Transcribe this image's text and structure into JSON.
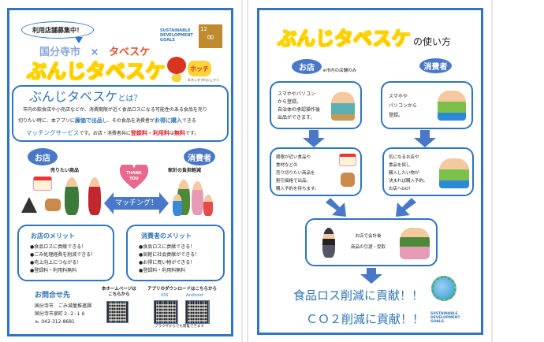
{
  "left_page": {
    "recruit_bubble": "利用店舗募集中！",
    "sdgs_logo": "SUSTAINABLE DEVELOPMENT GOALS",
    "sdg_goal_number": "12",
    "collab_city": "国分寺市",
    "collab_cross": "×",
    "collab_app": "タベスケ",
    "app_name": "ぶんじタベスケ",
    "mascot_logo": "ホッチ",
    "mascot_copyright": "©ホッチプロジェクト",
    "about": {
      "title_main": "ぶんじタベスケ",
      "title_suffix": "とは？",
      "line1": "市内の飲食店や小売店などが、消費期限が近く食品ロスになる可能性のある食品を売り",
      "line2_a": "切りたい時に、本アプリに",
      "line2_b": "廉価で出品",
      "line2_c": "し、その食品を消費者が",
      "line2_d": "お得に購入",
      "line2_e": "できる",
      "line3_a": "マッチングサービス",
      "line3_b": "です。お店・消費者共に",
      "line3_c": "登録料・利用料",
      "line3_d": "は",
      "line3_e": "無料",
      "line3_f": "です。"
    },
    "shop_label": "お店",
    "consumer_label": "消費者",
    "shop_caption": "売りたい商品",
    "consumer_caption": "家計の負担軽減",
    "heart_text": "THANK YOU",
    "matching_label": "マッチング！",
    "shop_merits": {
      "title": "お店のメリット",
      "items": [
        "●食品ロスに貢献できる！",
        "●ごみ処理経費を削減できる！",
        "●売上向上につながる！",
        "●登録料・利用料無料"
      ]
    },
    "consumer_merits": {
      "title": "消費者のメリット",
      "items": [
        "●食品ロスに貢献できる！",
        "●気軽に社会貢献ができる！",
        "●お得に買い物ができる！",
        "●登録料・利用料無料"
      ]
    },
    "contact": {
      "title": "お問合せ先",
      "dept": "国分寺市　ごみ減量推進課",
      "address": "国分寺市泉町２-２-１８",
      "tel": "℡ 042-312-8681"
    },
    "homepage_label_1": "本ホームページは",
    "homepage_label_2": "こちらから",
    "app_download_label": "アプリのダウンロードはこちらから",
    "ios_label": "iOS",
    "android_label": "Android",
    "browser_note": "ブラウザからでも閲覧できます"
  },
  "right_page": {
    "title_main": "ぶんじタベスケ",
    "title_suffix": "の使い方",
    "shop_label": "お店",
    "shop_note": "※市内の店舗のみ",
    "consumer_label": "消費者",
    "shop_step1": [
      "スマホやパソコン",
      "から登録。",
      "自治体の承認操作後",
      "出品ができます。"
    ],
    "consumer_step1": [
      "スマホや",
      "パソコンから",
      "登録。"
    ],
    "shop_step2": [
      "期限が近い食品や",
      "食材などの",
      "売り切りたい商品を",
      "割引価格で出品。",
      "購入予約を待ちます。"
    ],
    "consumer_step2": [
      "気になるお店や",
      "食品を探し",
      "購入したい物が",
      "決まれば購入予約。",
      "お店へGO！"
    ],
    "final_step": [
      "お店で会計後",
      "商品の引渡・受取"
    ],
    "result1": "食品ロス削減に貢献！！",
    "result2": "ＣＯ２削減に貢献！！",
    "sdgs_logo": "SUSTAINABLE DEVELOPMENT GOALS"
  },
  "colors": {
    "border_blue": "#2f75c0",
    "oval_blue": "#4a78c8",
    "text_blue": "#2e75b6",
    "accent_red": "#e8202a",
    "title_orange": "#f05a1a",
    "sdg12": "#bf8b2e",
    "heart_pink": "#e8688f"
  }
}
